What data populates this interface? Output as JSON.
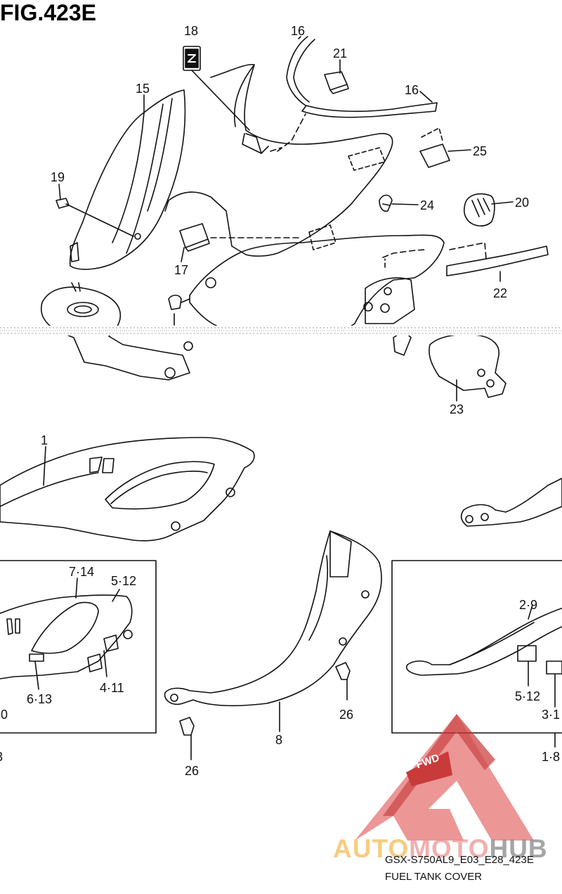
{
  "figure": {
    "title": "FIG.423E",
    "model_code": "GSX-S750AL9_E03_E28_423E",
    "name": "FUEL TANK COVER"
  },
  "callouts": {
    "c18": "18",
    "c16a": "16",
    "c21": "21",
    "c16b": "16",
    "c15": "15",
    "c25": "25",
    "c19": "19",
    "c24": "24",
    "c20": "20",
    "c17": "17",
    "c22": "22",
    "c23": "23",
    "c1": "1",
    "c7_14": "7·14",
    "c5_12a": "5·12",
    "c6_13": "6·13",
    "c4_11": "4·11",
    "c0": "0",
    "c3": "3",
    "c8": "8",
    "c26a": "26",
    "c26b": "26",
    "c2_9": "2·9",
    "c5_12b": "5·12",
    "c3_1": "3·1",
    "c1_8": "1·8"
  },
  "watermark": {
    "badge": "FWD",
    "brand_part1": "AUTO",
    "brand_part2": "MOTO",
    "brand_part3": "HUB",
    "colors": {
      "orange": "#f5c46a",
      "red": "#e04040",
      "gray": "#8f8f8f"
    }
  }
}
